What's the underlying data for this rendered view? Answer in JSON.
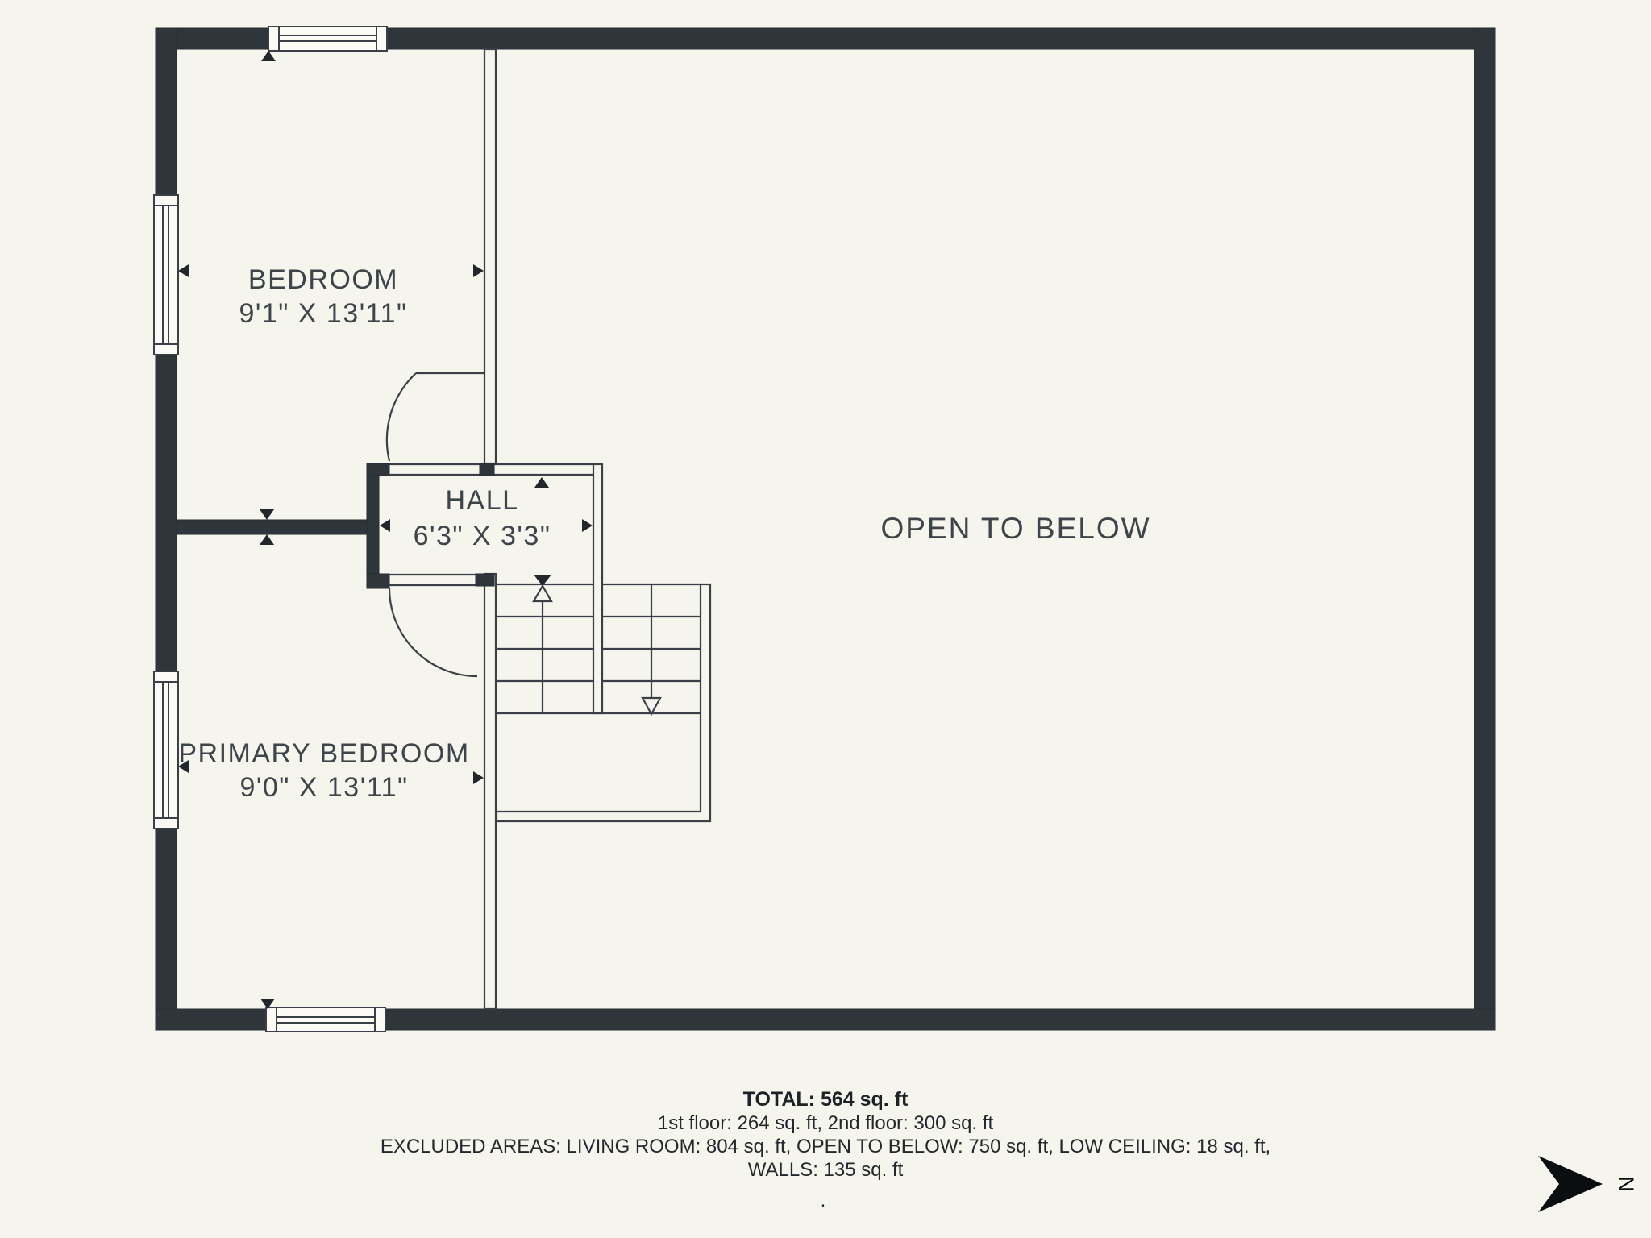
{
  "plan": {
    "rooms": [
      {
        "name": "BEDROOM",
        "dims": "9'1\" X 13'11\""
      },
      {
        "name": "HALL",
        "dims": "6'3\" X 3'3\""
      },
      {
        "name": "PRIMARY BEDROOM",
        "dims": "9'0\" X 13'11\""
      },
      {
        "name": "OPEN TO BELOW",
        "dims": ""
      }
    ],
    "compass_label": "N"
  },
  "summary": {
    "total": "TOTAL: 564 sq. ft",
    "floors": "1st floor: 264 sq. ft, 2nd floor: 300 sq. ft",
    "excluded": "EXCLUDED AREAS: LIVING ROOM: 804 sq. ft, OPEN TO BELOW: 750 sq. ft, LOW CEILING: 18 sq. ft,",
    "walls": "WALLS: 135 sq. ft",
    "footnote": "."
  },
  "colors": {
    "background": "#f5f4ed",
    "wall": "#2f363b",
    "line": "#3a4045",
    "room_text": "#3e454a",
    "summary_text": "#23282c"
  }
}
